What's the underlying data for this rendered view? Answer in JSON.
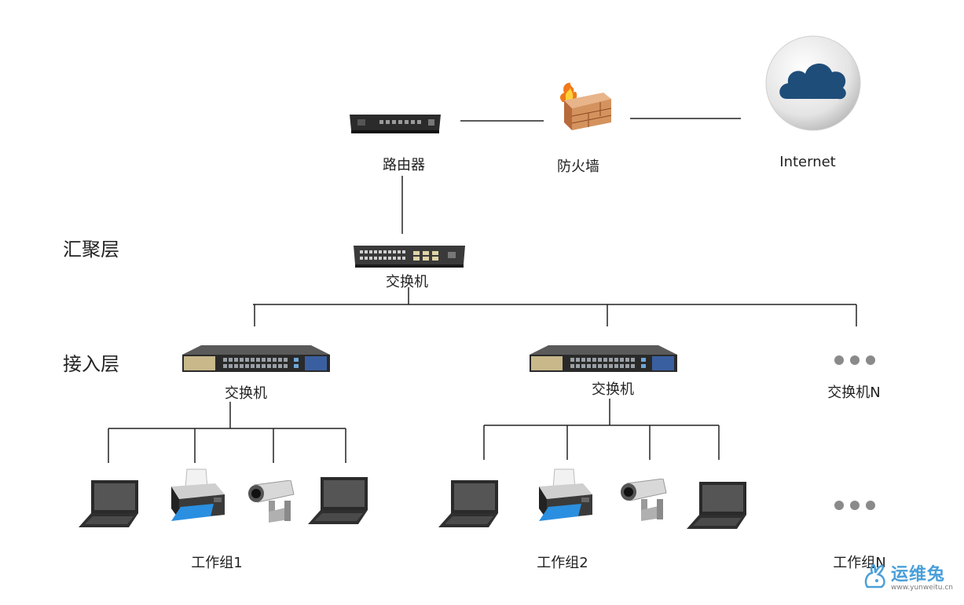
{
  "layers": {
    "aggregation": "汇聚层",
    "access": "接入层"
  },
  "nodes": {
    "router": "路由器",
    "firewall": "防火墙",
    "internet": "Internet",
    "core_switch": "交换机",
    "switch1": "交换机",
    "switch2": "交换机",
    "switchN": "交换机N"
  },
  "groups": {
    "g1": "工作组1",
    "g2": "工作组2",
    "gN": "工作组N"
  },
  "brand": {
    "name": "运维兔",
    "url": "www.yunweitu.cn"
  },
  "colors": {
    "cloud": "#1f4d7a",
    "logo": "#4a9fd8",
    "switch_body": "#3a3a3a"
  }
}
